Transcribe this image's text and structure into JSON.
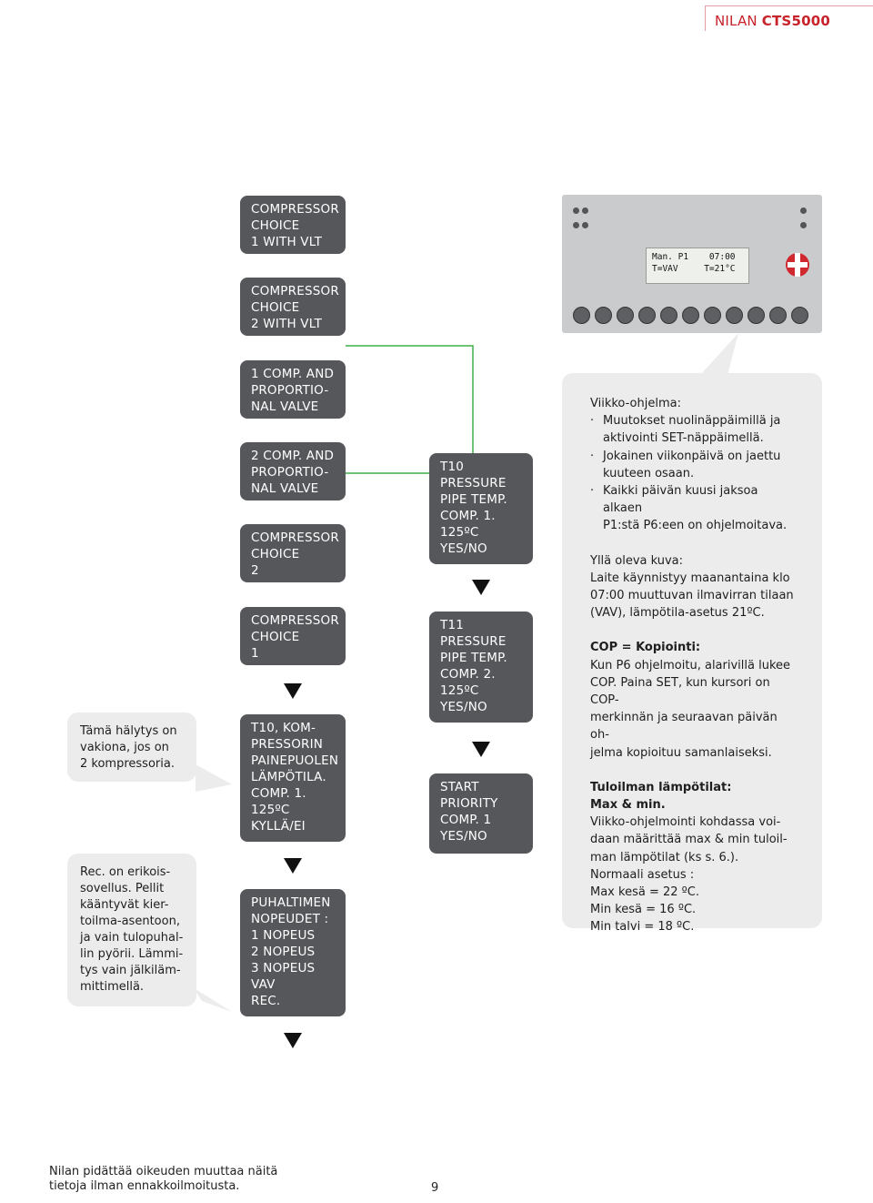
{
  "header": {
    "brand_prefix": "NILAN ",
    "brand_model": "CTS5000"
  },
  "flow": {
    "col1": [
      "COMPRESSOR\nCHOICE\n1 WITH VLT",
      "COMPRESSOR\nCHOICE\n2 WITH VLT",
      "1 COMP. AND\nPROPORTIO-\nNAL VALVE",
      "2 COMP. AND\nPROPORTIO-\nNAL VALVE",
      "COMPRESSOR\nCHOICE\n2",
      "COMPRESSOR\nCHOICE\n1",
      "T10, KOM-\nPRESSORIN\nPAINEPUOLEN\nLÄMPÖTILA.\nCOMP. 1.\n125ºC\nKYLLÄ/EI",
      "PUHALTIMEN\nNOPEUDET :\n1 NOPEUS\n2 NOPEUS\n3 NOPEUS\nVAV\nREC."
    ],
    "col2": [
      "T10\nPRESSURE\nPIPE TEMP.\nCOMP. 1.\n125ºC\nYES/NO",
      "T11\nPRESSURE\nPIPE TEMP.\nCOMP. 2.\n125ºC\nYES/NO",
      "START\nPRIORITY\nCOMP. 1\nYES/NO"
    ]
  },
  "left_notes": [
    "Tämä hälytys on\nvakiona, jos on\n2 kompressoria.",
    "Rec. on erikois-\nsovellus. Pellit\nkääntyvät kier-\ntoilma-asentoon,\nja vain tulopuhal-\nlin pyörii. Lämmi-\ntys vain jälkiläm-\nmittimellä."
  ],
  "panel": {
    "lcd_line1": "Man. P1    07:00",
    "lcd_line2": "T=VAV     T=21°C"
  },
  "right_note": {
    "week_title": "Viikko-ohjelma:",
    "week_bullets": [
      "Muutokset nuolinäppäimillä ja\naktivointi SET-näppäimellä.",
      "Jokainen viikonpäivä on jaettu\nkuuteen osaan.",
      "Kaikki päivän kuusi jaksoa alkaen\nP1:stä P6:een on ohjelmoitava."
    ],
    "image_title": "Yllä oleva kuva:",
    "image_text": "Laite käynnistyy maanantaina klo\n07:00 muuttuvan ilmavirran tilaan\n(VAV), lämpötila-asetus 21ºC.",
    "cop_title": "COP = Kopiointi:",
    "cop_text": "Kun P6 ohjelmoitu, alarivillä lukee\nCOP. Paina SET, kun kursori on COP-\nmerkinnän ja seuraavan päivän oh-\njelma kopioituu samanlaiseksi.",
    "supply_title": "Tuloilman lämpötilat:",
    "supply_subtitle": "Max & min.",
    "supply_text": "Viikko-ohjelmointi kohdassa voi-\ndaan määrittää max & min tuloil-\nman lämpötilat (ks s. 6.).\nNormaali asetus :\nMax kesä = 22 ºC.\nMin kesä = 16 ºC.\nMin talvi = 18 ºC."
  },
  "footer": {
    "disclaimer": "Nilan pidättää oikeuden muuttaa näitä\ntietoja ilman ennakkoilmoitusta.",
    "page_number": "9"
  }
}
